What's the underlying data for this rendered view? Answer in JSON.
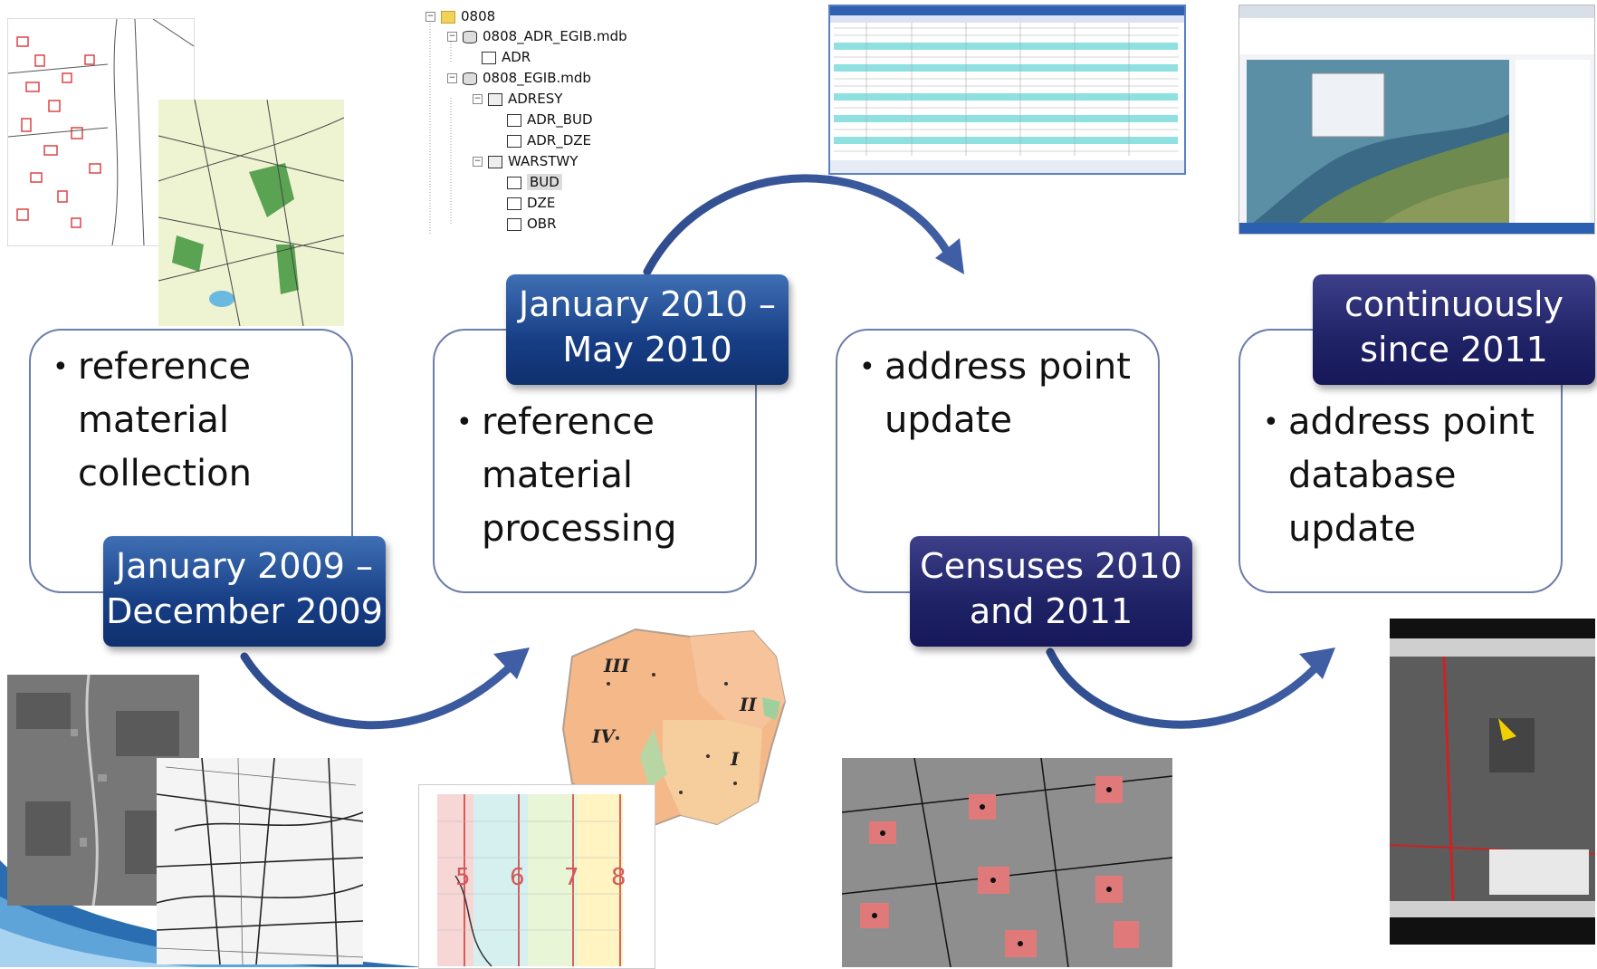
{
  "stages": [
    {
      "text": [
        "reference",
        "material",
        "collection"
      ],
      "period": [
        "January 2009 –",
        "December 2009"
      ]
    },
    {
      "text": [
        "reference",
        "material",
        "processing"
      ],
      "period": [
        "January 2010 –",
        "May 2010"
      ]
    },
    {
      "text": [
        "address point",
        "update"
      ],
      "period": [
        "Censuses 2010",
        "and 2011"
      ]
    },
    {
      "text": [
        "address point",
        "database",
        "update"
      ],
      "period": [
        "continuously",
        "since 2011"
      ]
    }
  ],
  "tree": [
    {
      "label": "0808",
      "icon": "folder-icon",
      "expander": "−"
    },
    {
      "label": "0808_ADR_EGIB.mdb",
      "icon": "database-icon",
      "expander": "−"
    },
    {
      "label": "ADR",
      "icon": "point-layer-icon",
      "expander": ""
    },
    {
      "label": "0808_EGIB.mdb",
      "icon": "database-icon",
      "expander": "−"
    },
    {
      "label": "ADRESY",
      "icon": "feature-dataset-icon",
      "expander": "−"
    },
    {
      "label": "ADR_BUD",
      "icon": "point-layer-icon",
      "expander": ""
    },
    {
      "label": "ADR_DZE",
      "icon": "point-layer-icon",
      "expander": ""
    },
    {
      "label": "WARSTWY",
      "icon": "feature-dataset-icon",
      "expander": "−"
    },
    {
      "label": "BUD",
      "icon": "polygon-layer-icon",
      "expander": "",
      "selected": true
    },
    {
      "label": "DZE",
      "icon": "polygon-layer-icon",
      "expander": ""
    },
    {
      "label": "OBR",
      "icon": "polygon-layer-icon",
      "expander": ""
    }
  ],
  "map_labels": {
    "region_1": "III",
    "region_2": "II",
    "region_3": "IV",
    "region_4": "I"
  },
  "zone_labels": [
    "5",
    "6",
    "7",
    "8"
  ],
  "colors": {
    "card_border": "#6b7ea9",
    "label_blue": "#173e85",
    "label_navy": "#1f2265",
    "arrow": "#1f3a7a"
  }
}
